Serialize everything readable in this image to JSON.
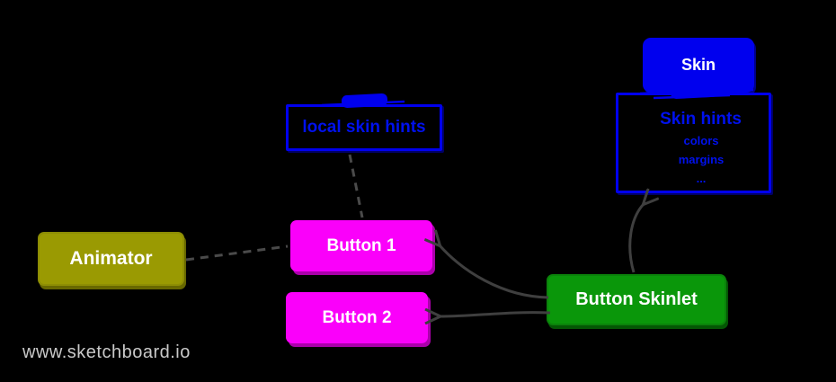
{
  "watermark": "www.sketchboard.io",
  "palette": {
    "background": "#000000",
    "blue": "#0000ee",
    "olive": "#9a9a02",
    "magenta": "#fa00fa",
    "green": "#0a970a",
    "edge_gray": "#3f3f3f",
    "dashed_gray": "#4a4a4a",
    "watermark_gray": "#c9c9c9"
  },
  "nodes": {
    "skin": {
      "label": "Skin",
      "color": "#0000ee"
    },
    "skin_hints": {
      "title": "Skin hints",
      "items": [
        "colors",
        "margins",
        "..."
      ],
      "color": "#0000ee"
    },
    "local_skin_hints": {
      "label": "local skin hints",
      "color": "#0000ee"
    },
    "animator": {
      "label": "Animator",
      "color": "#9a9a02"
    },
    "button1": {
      "label": "Button 1",
      "color": "#fa00fa"
    },
    "button2": {
      "label": "Button 2",
      "color": "#fa00fa"
    },
    "button_skinlet": {
      "label": "Button Skinlet",
      "color": "#0a970a"
    }
  },
  "edges": [
    {
      "from": "animator",
      "to": "button1",
      "style": "dashed"
    },
    {
      "from": "local_skin_hints",
      "to": "button1",
      "style": "dashed"
    },
    {
      "from": "button_skinlet",
      "to": "button1",
      "style": "arrow"
    },
    {
      "from": "button_skinlet",
      "to": "button2",
      "style": "arrow"
    },
    {
      "from": "button_skinlet",
      "to": "skin_hints",
      "style": "arrow"
    },
    {
      "from": "skin",
      "to": "skin_hints",
      "style": "attached-scribble"
    }
  ]
}
